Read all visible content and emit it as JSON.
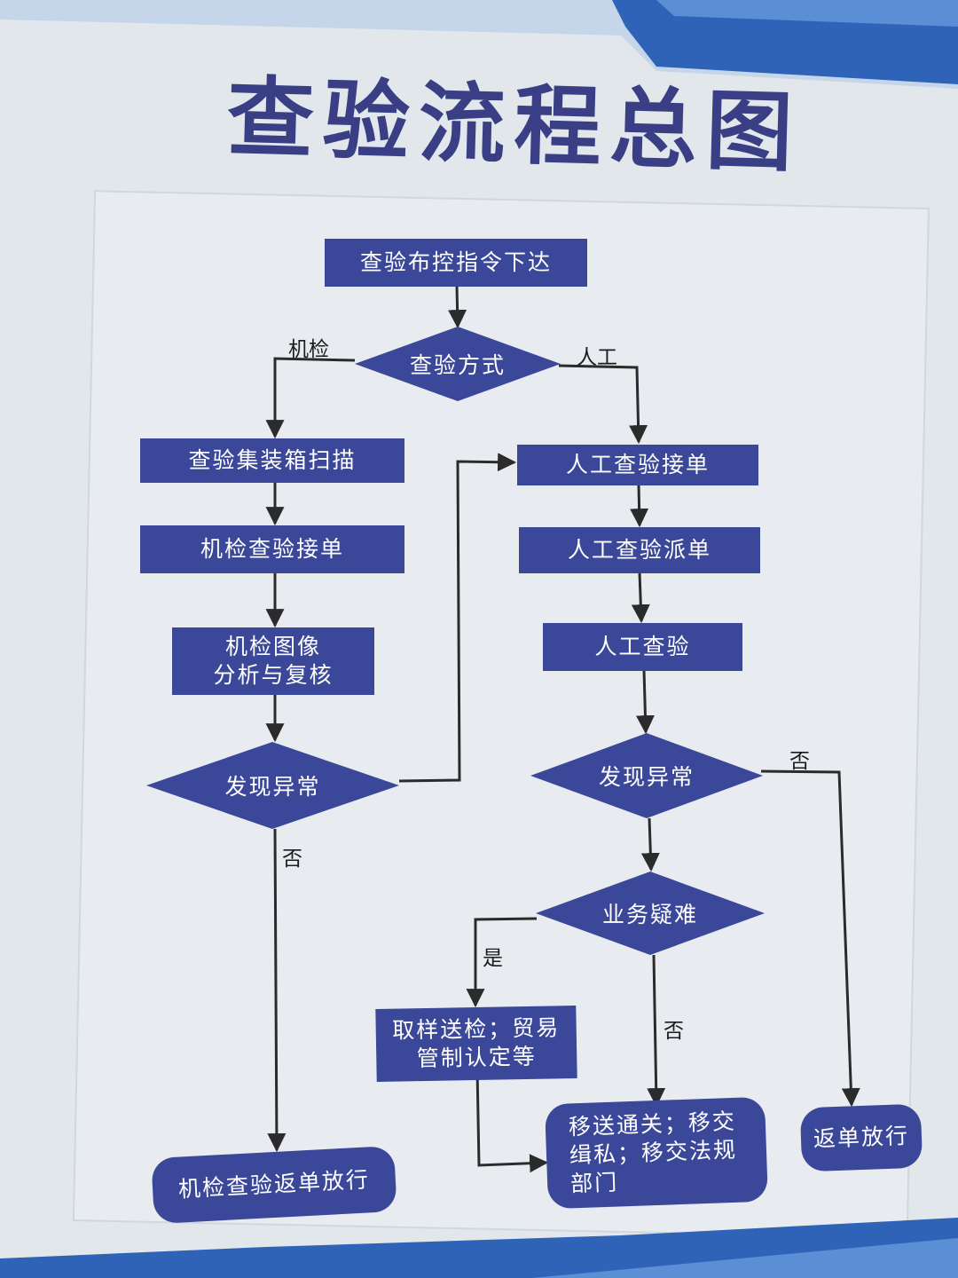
{
  "title": "查验流程总图",
  "colors": {
    "shape_fill": "#3b4899",
    "shape_text": "#ffffff",
    "title": "#3a3f85",
    "connector": "#2b2b2b",
    "banner_blue": "#2f63b8"
  },
  "nodes": {
    "start": "查验布控指令下达",
    "method": "查验方式",
    "scan": "查验集装箱扫描",
    "machine_receive": "机检查验接单",
    "image_analysis": "机检图像\n分析与复核",
    "machine_anomaly": "发现异常",
    "machine_release": "机检查验返单放行",
    "manual_receive": "人工查验接单",
    "manual_dispatch": "人工查验派单",
    "manual_inspect": "人工查验",
    "manual_anomaly": "发现异常",
    "difficult": "业务疑难",
    "sampling": "取样送检；贸易\n管制认定等",
    "transfer": "移送通关；移交\n缉私；移交法规\n部门",
    "release": "返单放行"
  },
  "edge_labels": {
    "machine": "机检",
    "manual": "人工",
    "machine_no": "否",
    "manual_no": "否",
    "yes": "是",
    "difficult_no": "否"
  }
}
